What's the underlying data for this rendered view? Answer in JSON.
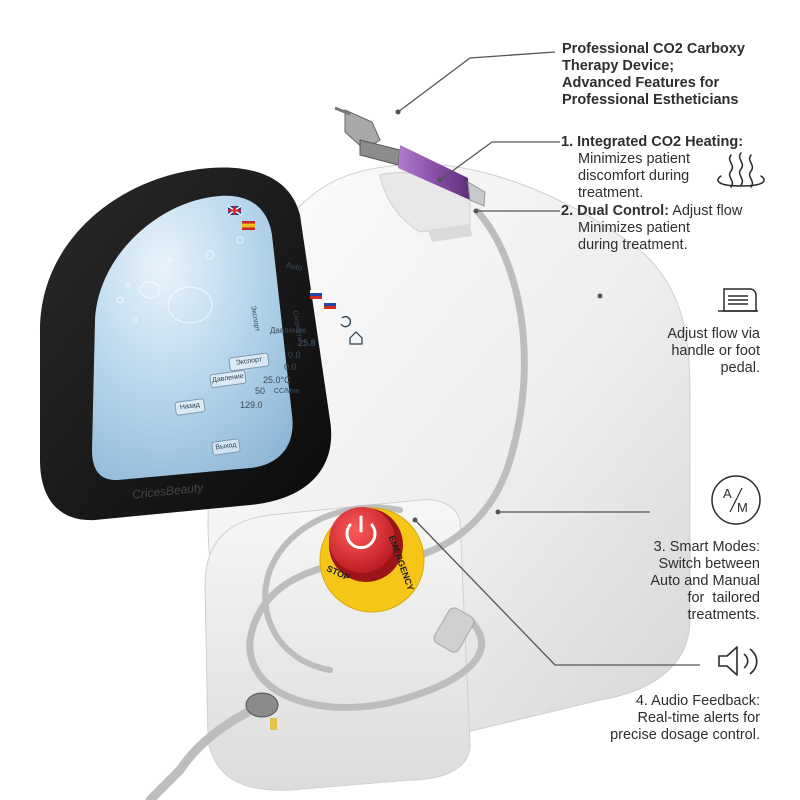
{
  "callouts": {
    "title": [
      "Professional CO2 Carboxy",
      "Therapy Device;",
      "Advanced Features for",
      "Professional Estheticians"
    ],
    "feature1": {
      "label": "1. Integrated CO2 Heating:",
      "lines": [
        "Minimizes patient",
        "discomfort during",
        "treatment."
      ]
    },
    "feature2": {
      "label": "2. Dual Control:",
      "inline": "Adjust flow",
      "lines": [
        "Minimizes patient",
        "during treatment."
      ]
    },
    "handle": {
      "lines": [
        "Adjust flow via",
        "handle or foot",
        "pedal."
      ]
    },
    "feature3": {
      "lines": [
        "3. Smart Modes:",
        "Switch between",
        "Auto and Manual",
        "for  tailored",
        "treatments."
      ]
    },
    "feature4": {
      "lines": [
        "4. Audio Feedback:",
        "Real-time alerts for",
        "precise dosage control."
      ]
    }
  },
  "icons": {
    "heat": "heat-waves-icon",
    "handle": "handpiece-icon",
    "mode": "auto-manual-icon",
    "audio": "speaker-icon"
  },
  "mode_icon": {
    "a": "A",
    "m": "M"
  },
  "device": {
    "brand": "CricesBeauty",
    "stop_button": {
      "top_text": "EMERGENCY",
      "bottom_text": "STOP"
    },
    "screen": {
      "mode_label": "Auto",
      "rows": [
        {
          "label": "Экспорт",
          "value": ""
        },
        {
          "label": "Скорость",
          "value": "25.8"
        },
        {
          "label": "Давление",
          "value": "0.0"
        },
        {
          "label": "",
          "value": "0.0"
        }
      ],
      "temp": "25.0°C",
      "flow": "50",
      "flow_unit": "CC/Мин",
      "time": "129.0",
      "btn_left1": "Экспорт",
      "btn_left2": "Давление",
      "btn_left3": "Назад",
      "btn_right": "Выход"
    }
  },
  "colors": {
    "text": "#2e2e2e",
    "line": "#555555",
    "stop_red": "#d8262c",
    "stop_yellow": "#f5c518",
    "handle_purple": "#8a4fa8",
    "screen_blue": "#9ec6e2",
    "bezel": "#141414"
  }
}
